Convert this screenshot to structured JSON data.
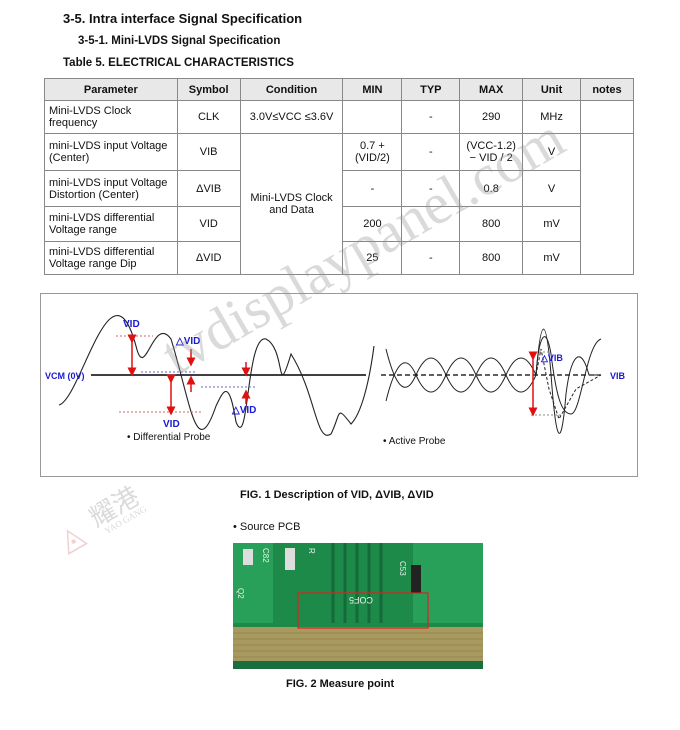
{
  "headings": {
    "section": "3-5. Intra interface Signal Specification",
    "subsection": "3-5-1. Mini-LVDS  Signal Specification",
    "table_title": "Table 5.  ELECTRICAL CHARACTERISTICS"
  },
  "table": {
    "headers": [
      "Parameter",
      "Symbol",
      "Condition",
      "MIN",
      "TYP",
      "MAX",
      "Unit",
      "notes"
    ],
    "rows": [
      {
        "parameter": "Mini-LVDS Clock frequency",
        "symbol": "CLK",
        "condition": "3.0V≤VCC ≤3.6V",
        "min": "",
        "typ": "-",
        "max": "290",
        "unit": "MHz",
        "notes": ""
      },
      {
        "parameter": "mini-LVDS input Voltage (Center)",
        "symbol": "VIB",
        "condition": "Mini-LVDS Clock and Data",
        "min": "0.7 + (VID/2)",
        "typ": "-",
        "max": "(VCC-1.2) − VID / 2",
        "unit": "V",
        "notes": ""
      },
      {
        "parameter": "mini-LVDS input Voltage Distortion (Center)",
        "symbol": "ΔVIB",
        "min": "-",
        "typ": "-",
        "max": "0.8",
        "unit": "V"
      },
      {
        "parameter": "mini-LVDS differential Voltage range",
        "symbol": "VID",
        "min": "200",
        "typ": "",
        "max": "800",
        "unit": "mV"
      },
      {
        "parameter": "mini-LVDS differential Voltage range Dip",
        "symbol": "ΔVID",
        "min": "25",
        "typ": "-",
        "max": "800",
        "unit": "mV"
      }
    ]
  },
  "figure1": {
    "labels": {
      "vid_top": "VID",
      "dvid_top": "△VID",
      "vcm": "VCM (0V)",
      "vid_bottom": "VID",
      "dvid_bottom": "△VID",
      "dvib": "△VIB",
      "vib": "VIB"
    },
    "diff_probe": "• Differential Probe",
    "active_probe": "• Active Probe",
    "caption": "FIG. 1 Description of VID, ΔVIB, ΔVID",
    "colors": {
      "label": "#1a1ad0",
      "arrow": "#e01010"
    }
  },
  "figure2": {
    "source_label": "• Source PCB",
    "pcb_labels": [
      "C82",
      "R",
      "C53",
      "COF5",
      "Q2"
    ],
    "caption": "FIG. 2 Measure point"
  },
  "watermark": {
    "text": "tvdisplaypanel.com",
    "logo_cn": "耀港",
    "logo_en": "YAO GANG"
  }
}
